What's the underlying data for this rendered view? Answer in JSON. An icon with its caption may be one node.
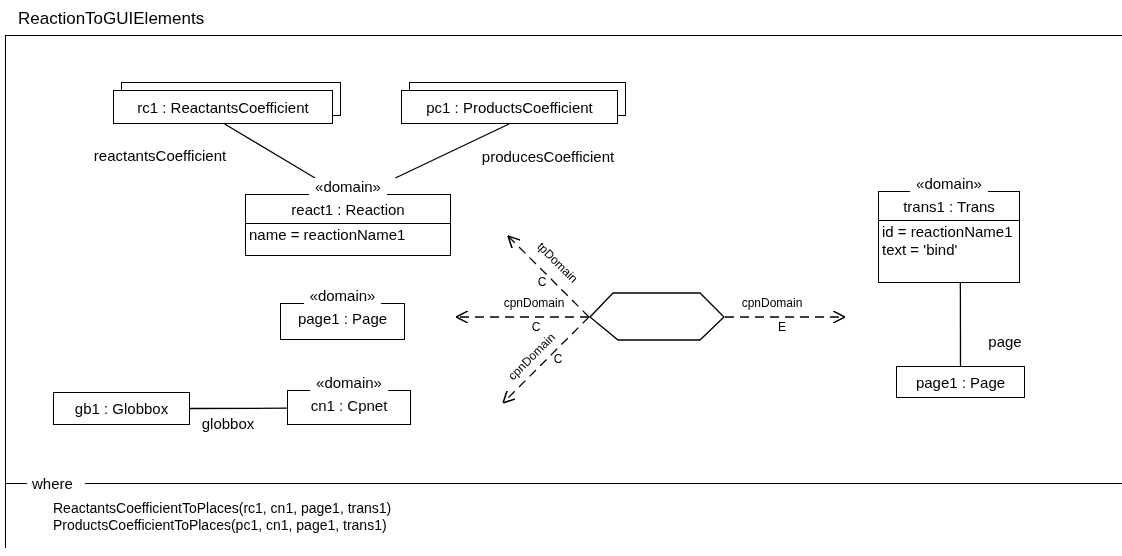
{
  "diagram": {
    "nodes": [
      {
        "text": [
          "ReactionToGUIElements"
        ]
      },
      {
        "text": [
          "where",
          "ReactantsCoefficientToPlaces(rc1, cn1, page1, trans1)",
          "ProductsCoefficientToPlaces(pc1, cn1, page1, trans1)"
        ],
        "in": 0
      },
      {
        "text": [
          "rc1 : ReactantsCoefficient"
        ],
        "in": 0
      },
      {
        "text": [
          "pc1 : ProductsCoefficient"
        ],
        "in": 0
      },
      {
        "text": [
          "«domain»",
          "react1 : Reaction",
          "name = reactionName1"
        ],
        "in": 0
      },
      {
        "text": [],
        "shape": "hexagon",
        "in": 0
      },
      {
        "text": [
          "«domain»",
          "trans1 : Trans",
          "id = reactionName1",
          "text = 'bind'"
        ],
        "in": 0
      },
      {
        "text": [
          "«domain»",
          "page1 : Page"
        ],
        "in": 0
      },
      {
        "text": [
          "page1 : Page"
        ],
        "in": 0
      },
      {
        "text": [
          "gb1 : Globbox"
        ],
        "in": 0
      },
      {
        "text": [
          "«domain»",
          "cn1 : Cpnet"
        ],
        "in": 0
      }
    ],
    "edges": [
      {
        "from": 2,
        "to": 4,
        "arrow": "none",
        "label": "reactantsCoefficient"
      },
      {
        "from": 3,
        "to": 4,
        "arrow": "none",
        "label": "producesCoefficient"
      },
      {
        "from": 5,
        "to": null,
        "arrow": "to",
        "style": "dashed",
        "label": "tpDomain"
      },
      {
        "from": 5,
        "to": null,
        "arrow": "to",
        "style": "dashed",
        "label": "cpnDomain"
      },
      {
        "from": 5,
        "to": null,
        "arrow": "to",
        "style": "dashed",
        "label": "cpnDomain"
      },
      {
        "from": 5,
        "to": null,
        "arrow": "to",
        "style": "dashed",
        "label": "cpnDomain"
      },
      {
        "from": 6,
        "to": 8,
        "arrow": "none",
        "label": "page"
      },
      {
        "from": 9,
        "to": 10,
        "arrow": "none",
        "label": "globbox"
      }
    ],
    "labels": [
      "C",
      "C",
      "E",
      "C"
    ]
  }
}
